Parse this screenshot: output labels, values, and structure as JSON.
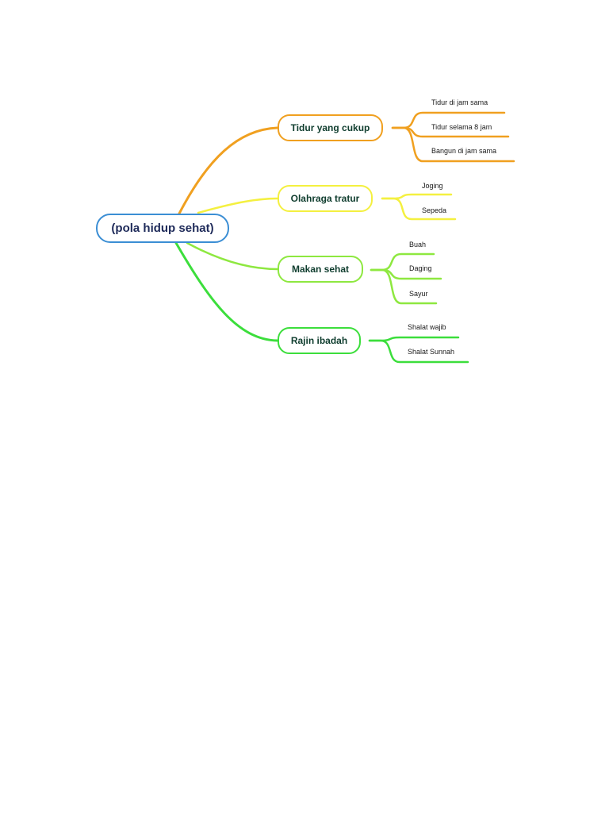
{
  "root": {
    "label": "(pola hidup sehat)",
    "color": "#3b8ed4",
    "text_color": "#1f2b5a"
  },
  "branch_text_color": "#0f3d2e",
  "branches": [
    {
      "label": "Tidur yang cukup",
      "color": "#f0a020",
      "leaves": [
        "Tidur di jam sama",
        "Tidur selama 8 jam",
        "Bangun di jam sama"
      ]
    },
    {
      "label": "Olahraga tratur",
      "color": "#f4f040",
      "leaves": [
        "Joging",
        "Sepeda"
      ]
    },
    {
      "label": "Makan sehat",
      "color": "#8ee840",
      "leaves": [
        "Buah",
        "Daging",
        "Sayur"
      ]
    },
    {
      "label": "Rajin ibadah",
      "color": "#3cde3c",
      "leaves": [
        "Shalat wajib",
        "Shalat Sunnah"
      ]
    }
  ]
}
